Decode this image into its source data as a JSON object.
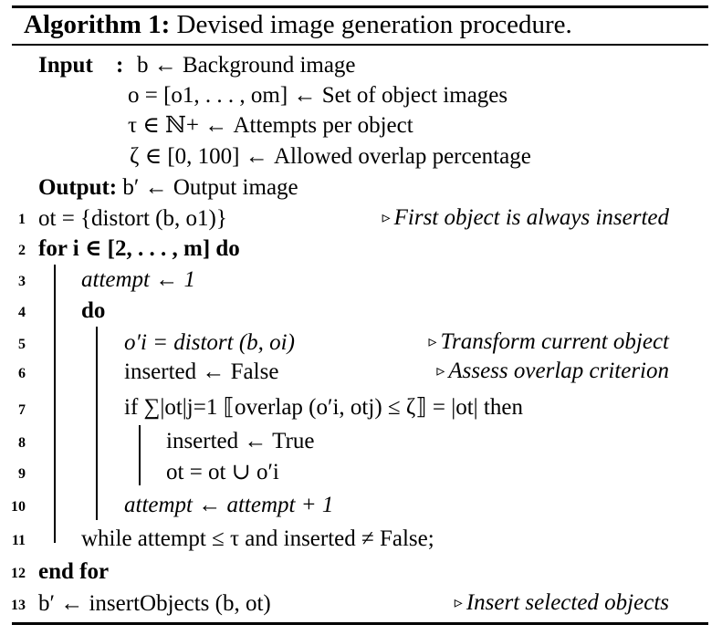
{
  "caption": {
    "label": "Algorithm 1:",
    "title": "Devised image generation procedure."
  },
  "input": {
    "label": "Input",
    "colon": ":",
    "b_line": "b ← Background image",
    "o_line": "o = [o1, . . . , om] ← Set of object images",
    "tau_line": "τ ∈ ℕ+ ← Attempts per object",
    "zeta_line": "ζ ∈ [0, 100] ← Allowed overlap percentage"
  },
  "output": {
    "label": "Output:",
    "line": "b′ ← Output image"
  },
  "lines": [
    {
      "num": "1",
      "code": "ot = {distort (b, o1)}",
      "comment": "First object is always inserted"
    },
    {
      "num": "2",
      "code": "for i ∈ [2, . . . , m] do",
      "comment": ""
    },
    {
      "num": "3",
      "code": "attempt ← 1",
      "comment": ""
    },
    {
      "num": "4",
      "code": "do",
      "comment": ""
    },
    {
      "num": "5",
      "code": "o′i = distort (b, oi)",
      "comment": "Transform current object"
    },
    {
      "num": "6",
      "code": "inserted ← False",
      "comment": "Assess overlap criterion"
    },
    {
      "num": "7",
      "code": "if ∑|ot|j=1 ⟦overlap (o′i, otj) ≤ ζ⟧ = |ot| then",
      "comment": ""
    },
    {
      "num": "8",
      "code": "inserted ← True",
      "comment": ""
    },
    {
      "num": "9",
      "code": "ot = ot ∪ o′i",
      "comment": ""
    },
    {
      "num": "10",
      "code": "attempt ← attempt + 1",
      "comment": ""
    },
    {
      "num": "11",
      "code": "while attempt ≤ τ and inserted ≠ False;",
      "comment": ""
    },
    {
      "num": "12",
      "code": "end for",
      "comment": ""
    },
    {
      "num": "13",
      "code": "b′ ← insertObjects (b, ot)",
      "comment": "Insert selected objects"
    }
  ],
  "comment_marker": "▹"
}
